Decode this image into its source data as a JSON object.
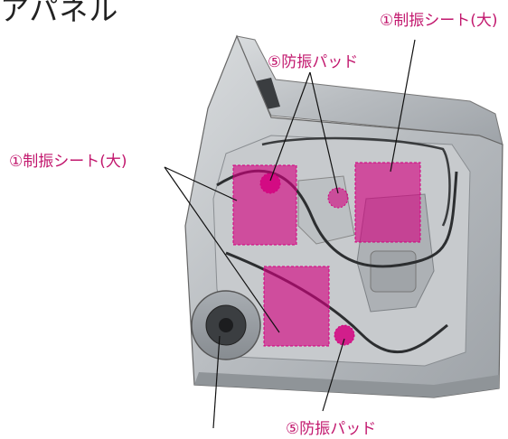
{
  "page": {
    "title": "アパネル"
  },
  "callouts": {
    "sheet_top_right": "①制振シート(大)",
    "pad_top": "⑤防振パッド",
    "sheet_left": "①制振シート(大)",
    "pad_bottom": "⑤防振パッド"
  },
  "colors": {
    "accent": "#c2186e",
    "panel_fill": "#d3007f",
    "door_metal": "#b9bcbf"
  }
}
